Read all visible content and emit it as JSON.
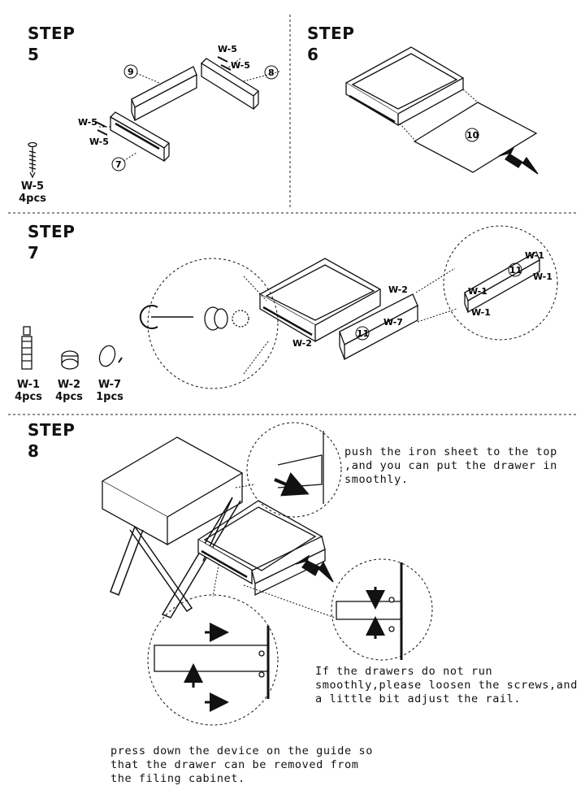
{
  "steps": [
    {
      "step_word": "STEP",
      "number": "5"
    },
    {
      "step_word": "STEP",
      "number": "6"
    },
    {
      "step_word": "STEP",
      "number": "7"
    },
    {
      "step_word": "STEP",
      "number": "8"
    }
  ],
  "step5": {
    "panels": [
      "9",
      "8",
      "7"
    ],
    "screw_labels": [
      "W-5",
      "W-5",
      "W-5",
      "W-5"
    ],
    "parts": [
      {
        "code": "W-5",
        "qty": "4pcs"
      }
    ]
  },
  "step6": {
    "panel": "10"
  },
  "step7": {
    "panel": "11",
    "labels": [
      "W-2",
      "W-2",
      "W-7",
      "W-1",
      "W-1",
      "W-1",
      "W-1"
    ],
    "parts": [
      {
        "code": "W-1",
        "qty": "4pcs"
      },
      {
        "code": "W-2",
        "qty": "4pcs"
      },
      {
        "code": "W-7",
        "qty": "1pcs"
      }
    ]
  },
  "step8": {
    "note_top": "push the iron sheet to the top\n,and you can put the drawer in\nsmoothly.",
    "note_right": "If the drawers do not run\nsmoothly,please loosen the screws,and\na little bit adjust the rail.",
    "note_bottom": "press down the device on the guide so\nthat the drawer can be removed from\nthe filing cabinet."
  }
}
